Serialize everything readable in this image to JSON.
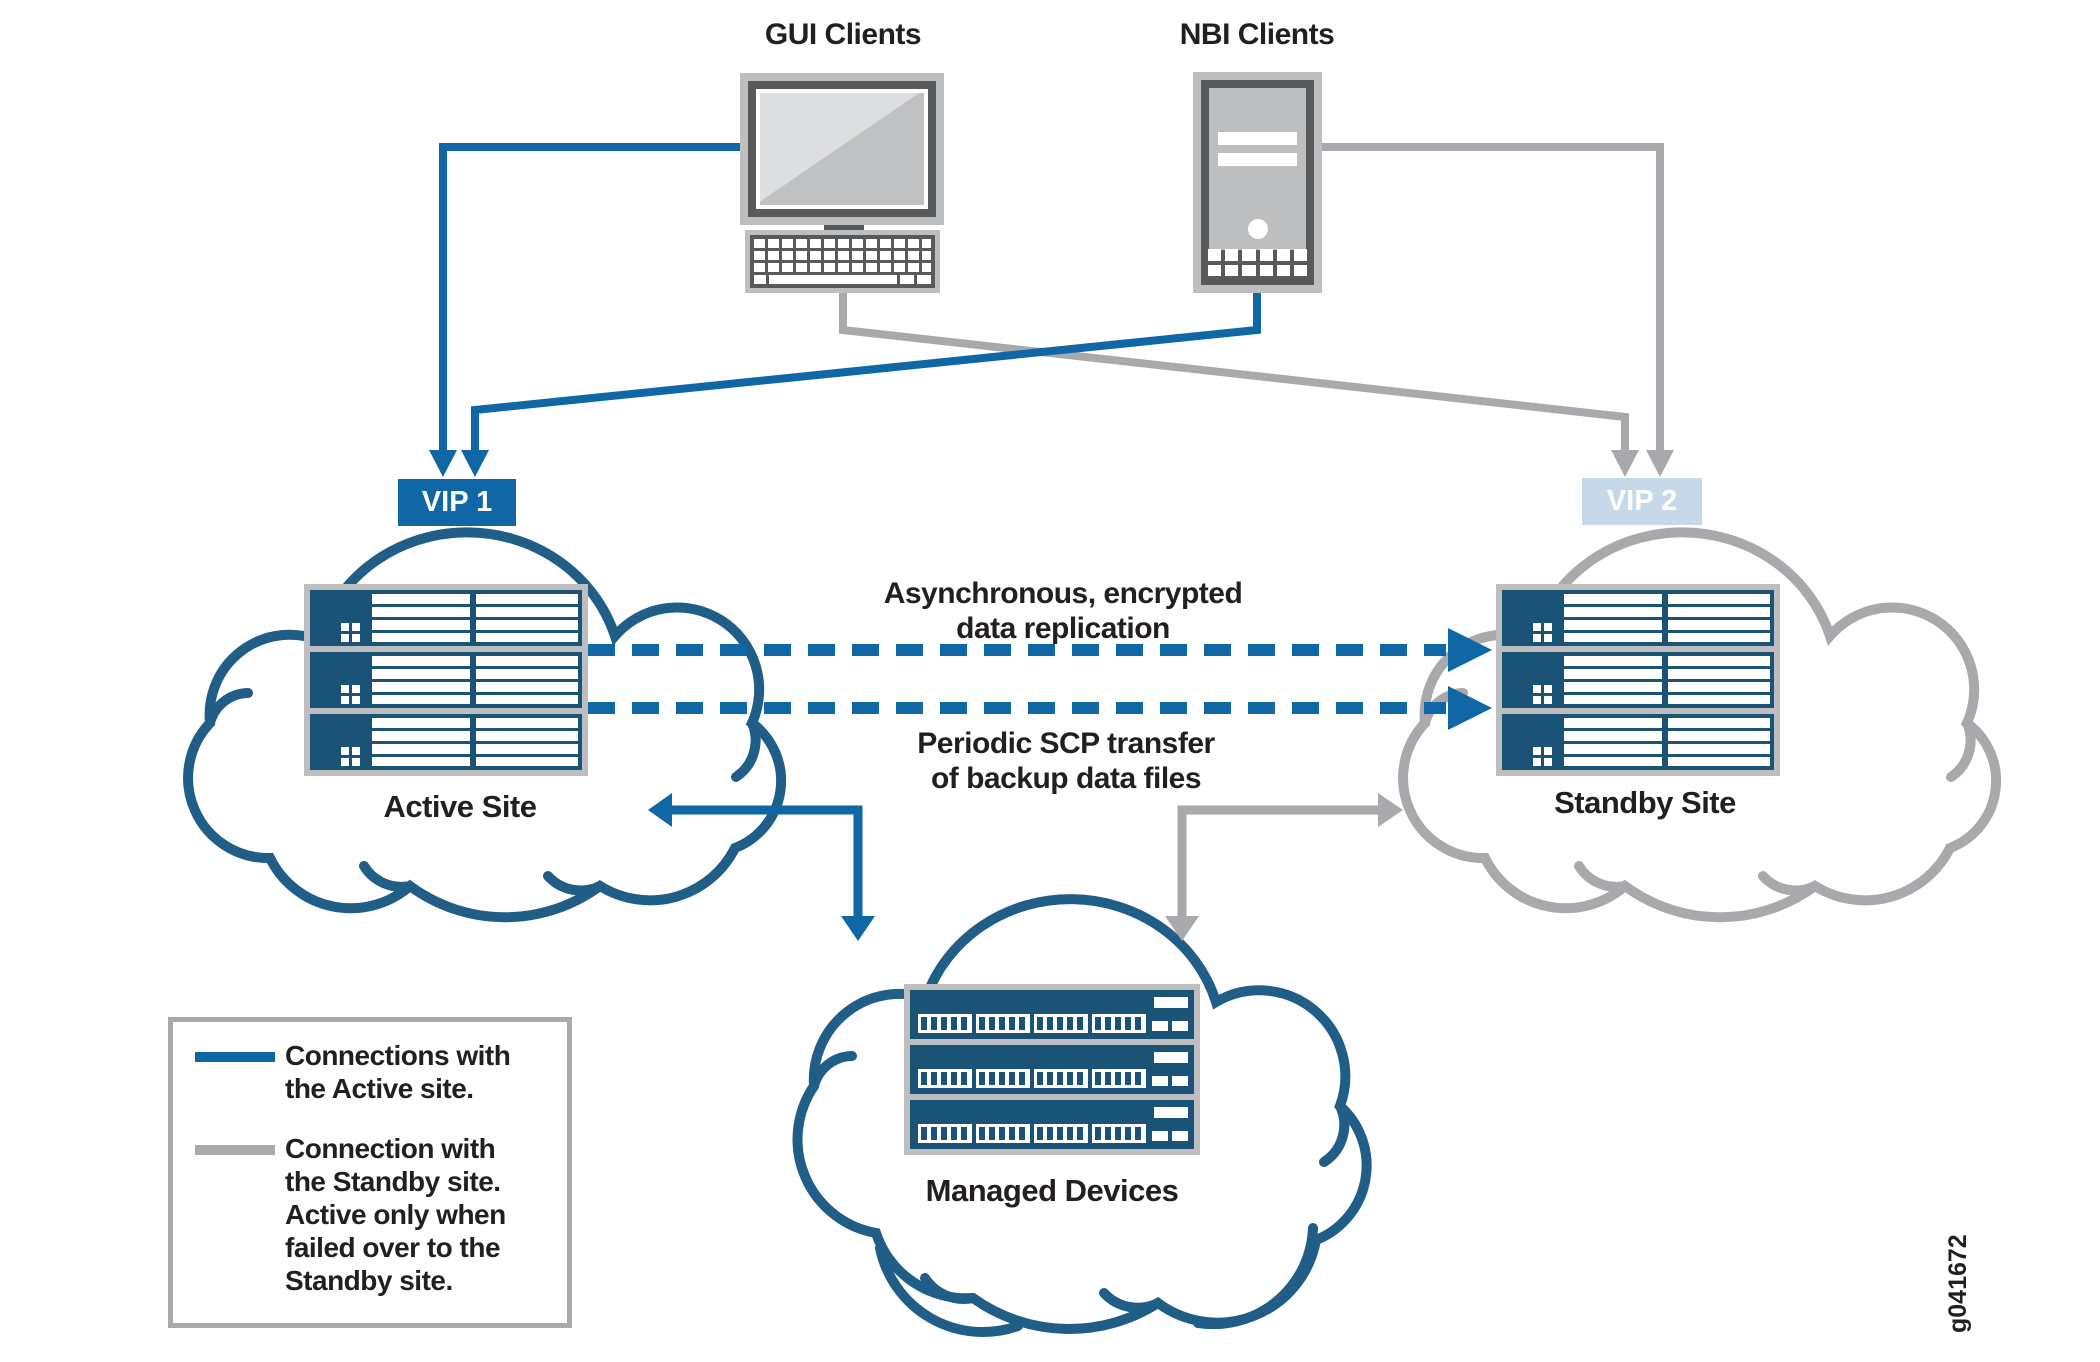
{
  "colors": {
    "active_blue": "#0f67a5",
    "standby_gray": "#a7a9ac",
    "cloud_blue_stroke": "#205e88",
    "server_navy": "#1b5377",
    "vip2_bg": "#c7d9e9",
    "device_gray_light": "#bcbec0",
    "device_gray_dark": "#58595b",
    "text": "#231f20"
  },
  "clients": {
    "gui": {
      "label": "GUI Clients"
    },
    "nbi": {
      "label": "NBI Clients"
    }
  },
  "vips": {
    "vip1": {
      "label": "VIP 1"
    },
    "vip2": {
      "label": "VIP 2"
    }
  },
  "sites": {
    "active": {
      "label": "Active Site"
    },
    "standby": {
      "label": "Standby Site"
    },
    "managed": {
      "label": "Managed Devices"
    }
  },
  "annotations": {
    "replication_line1": "Asynchronous, encrypted",
    "replication_line2": "data replication",
    "scp_line1": "Periodic SCP transfer",
    "scp_line2": "of backup data files",
    "figure_id": "g041672"
  },
  "legend": {
    "items": [
      {
        "color": "#0f67a5",
        "lines": [
          "Connections with",
          "the Active site."
        ]
      },
      {
        "color": "#a7a9ac",
        "lines": [
          "Connection with",
          "the Standby site.",
          "Active only when",
          "failed over to the",
          "Standby site."
        ]
      }
    ]
  }
}
